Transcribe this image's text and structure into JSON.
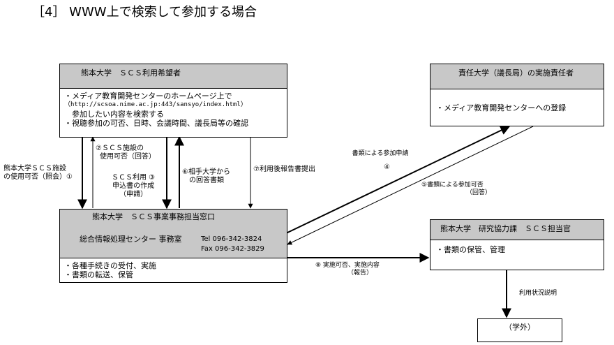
{
  "page_title": "［4］ WWW上で検索して参加する場合",
  "nodes": {
    "applicant": {
      "title": "熊本大学　ＳＣＳ利用希望者",
      "lines": [
        "・メディア教育開発センターのホームページ上で",
        "（http://scsoa.nime.ac.jp:443/sansyo/index.html）",
        "　参加したい内容を検索する",
        "・視聴参加の可否、日時、会議時間、議長局等の確認"
      ]
    },
    "responsible": {
      "title": "責任大学（議長局）の実施責任者",
      "lines": [
        "・メディア教育開発センターへの登録"
      ]
    },
    "office": {
      "title": "熊本大学　ＳＣＳ事業事務担当窓口",
      "subtitle": "総合情報処理センター 事務室",
      "tel": "Tel 096-342-3824",
      "fax": "Fax 096-342-3829",
      "lines": [
        "・各種手続きの受付、実施",
        "・書類の転送、保管"
      ]
    },
    "research": {
      "title": "熊本大学　研究協力課　ＳＣＳ担当官",
      "lines": [
        "・書類の保管、管理"
      ]
    },
    "external": {
      "label": "（学外）"
    }
  },
  "edges": {
    "e1": [
      "熊本大学ＳＣＳ施設",
      "の使用可否（照会）①"
    ],
    "e2": [
      "②ＳＣＳ施設の",
      "使用可否（回答）"
    ],
    "e3": [
      "ＳＣＳ利用 ③",
      "申込書の作成",
      "（申請）"
    ],
    "e6": [
      "⑥相手大学から",
      "の回答書類"
    ],
    "e7": [
      "⑦利用後報告書提出"
    ],
    "e4": [
      "書類による参加申請",
      "④"
    ],
    "e5": [
      "⑤書類による参加可否",
      "（回答）"
    ],
    "e8": [
      "⑧ 実施可否、実施内容",
      "（報告）"
    ],
    "e9": [
      "利用状況説明"
    ]
  }
}
